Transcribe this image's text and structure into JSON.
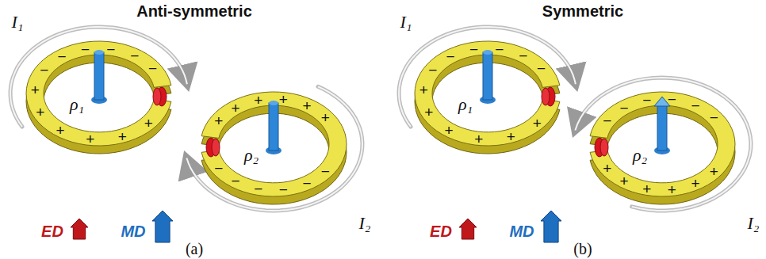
{
  "diagram": {
    "labels": [
      "Anti-symmetric",
      "I₁",
      "ρ₁",
      "ρ₂",
      "I₂",
      "ED",
      "MD",
      "(a)",
      "−",
      "−",
      "−",
      "−",
      "−",
      "−",
      "+",
      "+",
      "+",
      "+",
      "+",
      "+",
      "+",
      "+",
      "+",
      "+",
      "+",
      "+",
      "−",
      "−",
      "−",
      "−",
      "−",
      "−",
      "Symmetric",
      "I₁",
      "ρ₁",
      "ρ₂",
      "I₂",
      "ED",
      "MD",
      "(b)",
      "−",
      "−",
      "−",
      "−",
      "−",
      "−",
      "+",
      "+",
      "+",
      "+",
      "+",
      "+",
      "−",
      "−",
      "−",
      "−",
      "−",
      "−",
      "+",
      "+",
      "+",
      "+",
      "+",
      "+"
    ]
  }
}
